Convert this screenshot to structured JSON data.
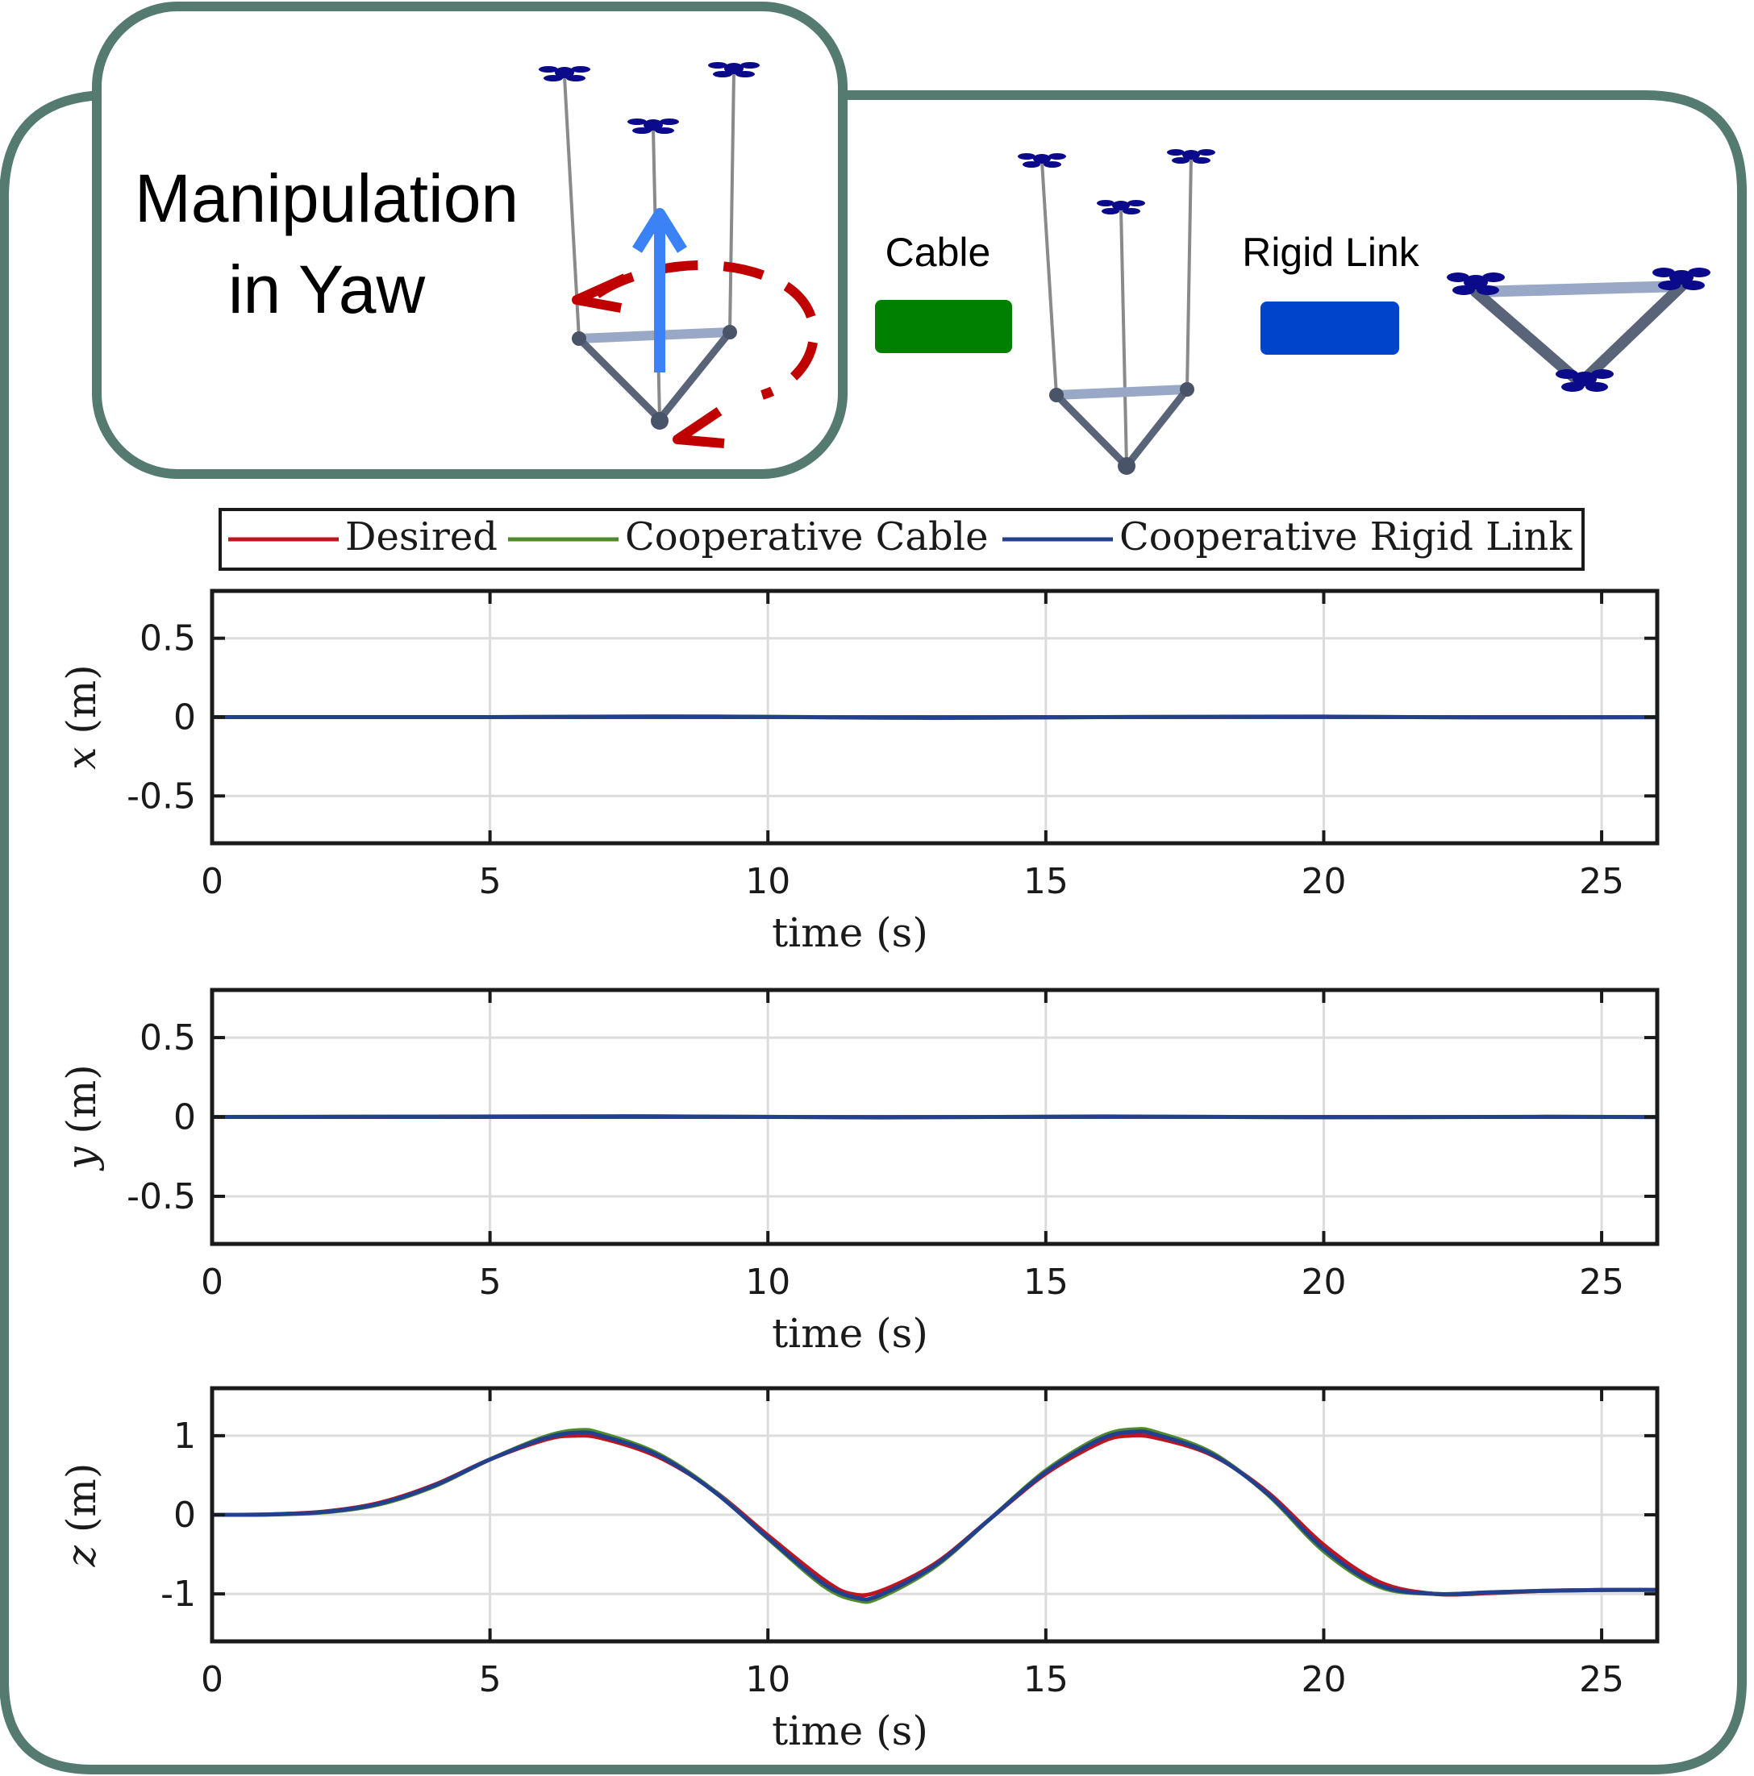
{
  "header": {
    "title_line1": "Manipulation",
    "title_line2": "in Yaw",
    "cable_label": "Cable",
    "rigid_label": "Rigid Link"
  },
  "colors": {
    "frame": "#557a70",
    "cable_swatch": "#008000",
    "rigid_swatch": "#0044cc",
    "desired": "#c0141e",
    "cable": "#4f8a2a",
    "rigid": "#23408f",
    "drone": "#0a0a8a",
    "arrow_red": "#c00000",
    "arrow_blue": "#3b82f6"
  },
  "legend": {
    "entries": [
      "Desired",
      "Cooperative Cable",
      "Cooperative Rigid Link"
    ]
  },
  "chart_data": [
    {
      "type": "line",
      "ylabel_var": "x",
      "ylabel_unit": "(m)",
      "xlabel": "time (s)",
      "xlim": [
        0,
        26
      ],
      "ylim": [
        -0.8,
        0.8
      ],
      "xticks": [
        0,
        5,
        10,
        15,
        20,
        25
      ],
      "yticks": [
        0.5,
        0,
        -0.5
      ],
      "ytick_labels": [
        "0.5",
        "0",
        "-0.5"
      ],
      "grid": true,
      "series": [
        {
          "name": "Desired",
          "x": [
            0,
            26
          ],
          "y": [
            0,
            0
          ]
        },
        {
          "name": "Cooperative Cable",
          "x": [
            0,
            5,
            8,
            10,
            13,
            16,
            20,
            23,
            26
          ],
          "y": [
            0,
            0,
            0.003,
            0.002,
            -0.004,
            0,
            0.002,
            -0.002,
            0
          ]
        },
        {
          "name": "Cooperative Rigid Link",
          "x": [
            0,
            5,
            8,
            10,
            13,
            16,
            20,
            23,
            26
          ],
          "y": [
            0,
            0,
            0.004,
            0.001,
            -0.005,
            0,
            0.003,
            -0.002,
            -0.001
          ]
        }
      ]
    },
    {
      "type": "line",
      "ylabel_var": "y",
      "ylabel_unit": "(m)",
      "xlabel": "time (s)",
      "xlim": [
        0,
        26
      ],
      "ylim": [
        -0.8,
        0.8
      ],
      "xticks": [
        0,
        5,
        10,
        15,
        20,
        25
      ],
      "yticks": [
        0.5,
        0,
        -0.5
      ],
      "ytick_labels": [
        "0.5",
        "0",
        "-0.5"
      ],
      "grid": true,
      "series": [
        {
          "name": "Desired",
          "x": [
            0,
            26
          ],
          "y": [
            0,
            0
          ]
        },
        {
          "name": "Cooperative Cable",
          "x": [
            0,
            4,
            8,
            12,
            16,
            20,
            24,
            26
          ],
          "y": [
            0,
            0.002,
            0.003,
            -0.002,
            0.002,
            -0.002,
            0.001,
            0
          ]
        },
        {
          "name": "Cooperative Rigid Link",
          "x": [
            0,
            4,
            8,
            12,
            16,
            20,
            24,
            26
          ],
          "y": [
            0,
            0.002,
            0.004,
            -0.003,
            0.003,
            -0.002,
            0.001,
            -0.001
          ]
        }
      ]
    },
    {
      "type": "line",
      "ylabel_var": "z",
      "ylabel_unit": "(m)",
      "xlabel": "time (s)",
      "xlim": [
        0,
        26
      ],
      "ylim": [
        -1.6,
        1.6
      ],
      "xticks": [
        0,
        5,
        10,
        15,
        20,
        25
      ],
      "yticks": [
        1,
        0,
        -1
      ],
      "ytick_labels": [
        "1",
        "0",
        "-1"
      ],
      "grid": true,
      "series": [
        {
          "name": "Desired",
          "x": [
            0,
            1,
            2,
            3,
            4,
            5,
            6,
            6.5,
            7,
            8,
            9,
            10,
            11,
            11.5,
            12,
            13,
            14,
            15,
            16,
            16.5,
            17,
            18,
            19,
            20,
            21,
            22,
            23,
            24,
            25,
            26
          ],
          "y": [
            0,
            0.005,
            0.04,
            0.15,
            0.38,
            0.7,
            0.95,
            1.0,
            0.97,
            0.74,
            0.32,
            -0.26,
            -0.82,
            -1.0,
            -0.97,
            -0.62,
            -0.05,
            0.52,
            0.92,
            1.0,
            0.97,
            0.75,
            0.28,
            -0.38,
            -0.85,
            -1.0,
            -0.99,
            -0.96,
            -0.95,
            -0.95
          ]
        },
        {
          "name": "Cooperative Cable",
          "x": [
            0,
            1,
            2,
            3,
            4,
            5,
            6,
            6.6,
            7,
            8,
            9,
            10,
            11,
            11.6,
            12,
            13,
            14,
            15,
            16,
            16.6,
            17,
            18,
            19,
            20,
            21,
            22,
            23,
            24,
            25,
            26
          ],
          "y": [
            0,
            0.003,
            0.03,
            0.13,
            0.36,
            0.7,
            0.99,
            1.07,
            1.03,
            0.78,
            0.32,
            -0.3,
            -0.9,
            -1.08,
            -1.05,
            -0.66,
            -0.05,
            0.56,
            0.99,
            1.08,
            1.04,
            0.78,
            0.25,
            -0.46,
            -0.91,
            -1.0,
            -0.98,
            -0.96,
            -0.95,
            -0.95
          ]
        },
        {
          "name": "Cooperative Rigid Link",
          "x": [
            0,
            1,
            2,
            3,
            4,
            5,
            6,
            6.6,
            7,
            8,
            9,
            10,
            11,
            11.6,
            12,
            13,
            14,
            15,
            16,
            16.6,
            17,
            18,
            19,
            20,
            21,
            22,
            23,
            24,
            25,
            26
          ],
          "y": [
            0,
            0.004,
            0.035,
            0.14,
            0.37,
            0.7,
            0.97,
            1.04,
            1.0,
            0.76,
            0.31,
            -0.29,
            -0.87,
            -1.05,
            -1.02,
            -0.64,
            -0.05,
            0.54,
            0.96,
            1.05,
            1.01,
            0.76,
            0.26,
            -0.43,
            -0.89,
            -1.0,
            -0.98,
            -0.96,
            -0.95,
            -0.95
          ]
        }
      ]
    }
  ]
}
